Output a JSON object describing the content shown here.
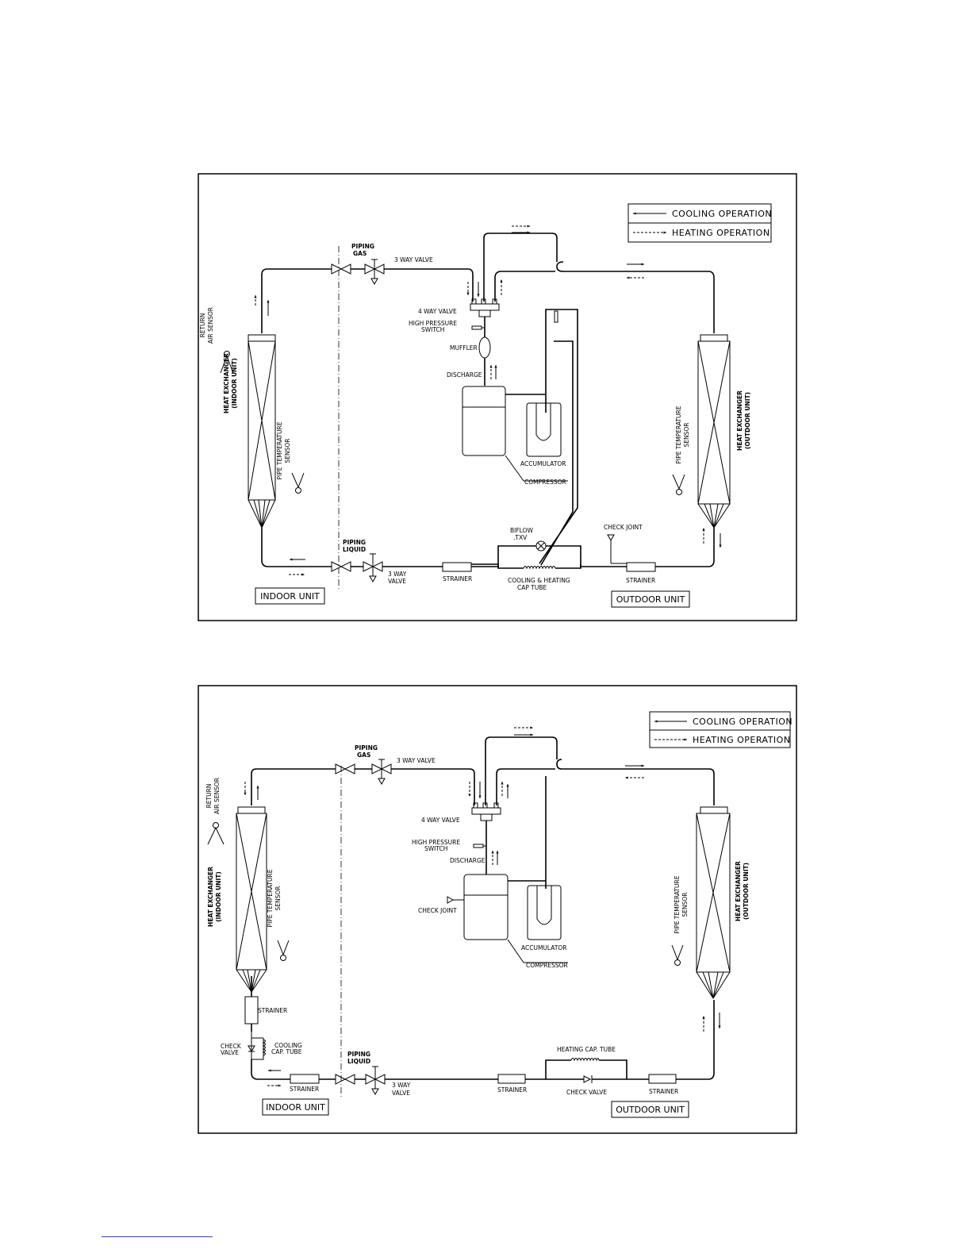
{
  "legend": {
    "cooling": "COOLING OPERATION",
    "heating": "HEATING OPERATION"
  },
  "diagram1": {
    "piping_gas": [
      "PIPING",
      "GAS"
    ],
    "three_way_valve_top": "3 WAY VALVE",
    "four_way_valve": "4 WAY VALVE",
    "high_pressure_switch": [
      "HIGH PRESSURE",
      "SWITCH"
    ],
    "muffler": "MUFFLER",
    "discharge": "DISCHARGE",
    "accumulator": "ACCUMULATOR",
    "compressor": "COMPRESSOR",
    "return_air_sensor": [
      "RETURN",
      "AIR SENSOR"
    ],
    "hx_indoor": [
      "HEAT EXCHANGER",
      "(INDOOR UNIT)"
    ],
    "pipe_temp_sensor_indoor": [
      "PIPE TEMPERATURE",
      "SENSOR"
    ],
    "hx_outdoor": [
      "HEAT EXCHANGER",
      "(OUTDOOR UNIT)"
    ],
    "pipe_temp_sensor_outdoor": [
      "PIPE TEMPERATURE",
      "SENSOR"
    ],
    "piping_liquid": [
      "PIPING",
      "LIQUID"
    ],
    "three_way_valve_bottom": [
      "3 WAY",
      "VALVE"
    ],
    "strainer_left": "STRAINER",
    "strainer_right": "STRAINER",
    "cap_tube": [
      "COOLING & HEATING",
      "CAP TUBE"
    ],
    "biflow_txv": [
      "BIFLOW",
      ".TXV"
    ],
    "check_joint": "CHECK JOINT",
    "indoor_unit": "INDOOR UNIT",
    "outdoor_unit": "OUTDOOR UNIT"
  },
  "diagram2": {
    "piping_gas": [
      "PIPING",
      "GAS"
    ],
    "three_way_valve_top": "3 WAY VALVE",
    "four_way_valve": "4 WAY VALVE",
    "high_pressure_switch": [
      "HIGH PRESSURE",
      "SWITCH"
    ],
    "discharge": "DISCHARGE",
    "check_joint": "CHECK JOINT",
    "accumulator": "ACCUMULATOR",
    "compressor": "COMPRESSOR",
    "return_air_sensor": [
      "RETURN",
      "AIR SENSOR"
    ],
    "hx_indoor": [
      "HEAT EXCHANGER",
      "(INDOOR UNIT)"
    ],
    "pipe_temp_sensor_indoor": [
      "PIPE TEMPERATURE",
      "SENSOR"
    ],
    "hx_outdoor": [
      "HEAT EXCHANGER",
      "(OUTDOOR UNIT)"
    ],
    "pipe_temp_sensor_outdoor": [
      "PIPE TEMPERATURE",
      "SENSOR"
    ],
    "strainer_indoor": "STRAINER",
    "check_valve_indoor": [
      "CHECK",
      "VALVE"
    ],
    "cooling_cap_tube": [
      "COOLING",
      "CAP. TUBE"
    ],
    "strainer_bottom_left": "STRAINER",
    "piping_liquid": [
      "PIPING",
      "LIQUID"
    ],
    "three_way_valve_bottom": [
      "3 WAY",
      "VALVE"
    ],
    "strainer_mid": "STRAINER",
    "heating_cap_tube": "HEATING CAP. TUBE",
    "check_valve_bottom": "CHECK VALVE",
    "strainer_right": "STRAINER",
    "indoor_unit": "INDOOR UNIT",
    "outdoor_unit": "OUTDOOR UNIT"
  }
}
